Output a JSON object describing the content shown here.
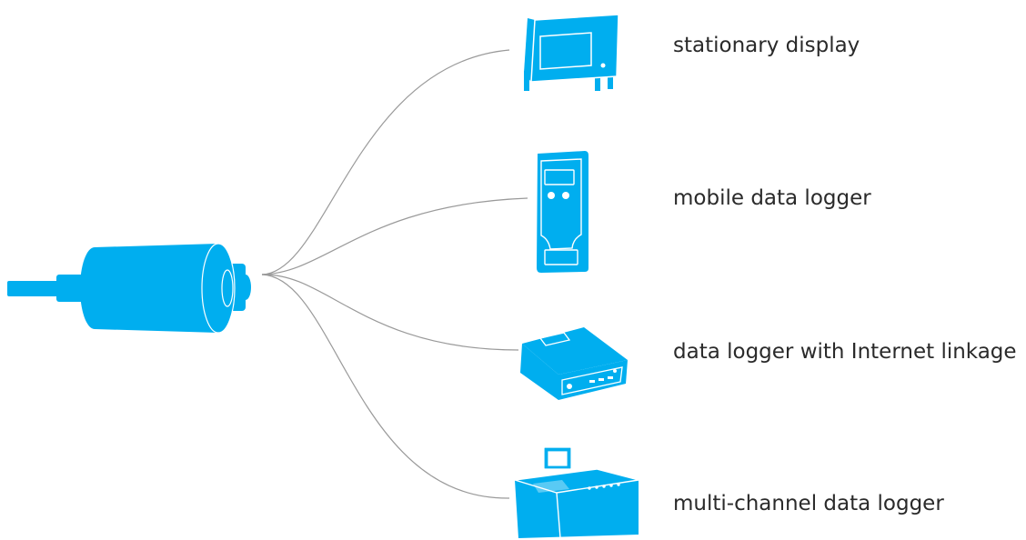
{
  "diagram": {
    "accent_color": "#00aeef",
    "line_color": "#9a9a9a",
    "source": {
      "name": "sensor",
      "icon": "cylindrical-sensor-icon"
    },
    "targets": [
      {
        "id": "stationary",
        "label": "stationary display",
        "icon": "stationary-display-icon"
      },
      {
        "id": "mobile",
        "label": "mobile data logger",
        "icon": "mobile-data-logger-icon"
      },
      {
        "id": "internet",
        "label": "data logger with Internet linkage",
        "icon": "internet-data-logger-icon"
      },
      {
        "id": "multichannel",
        "label": "multi-channel data logger",
        "icon": "multi-channel-data-logger-icon"
      }
    ]
  }
}
